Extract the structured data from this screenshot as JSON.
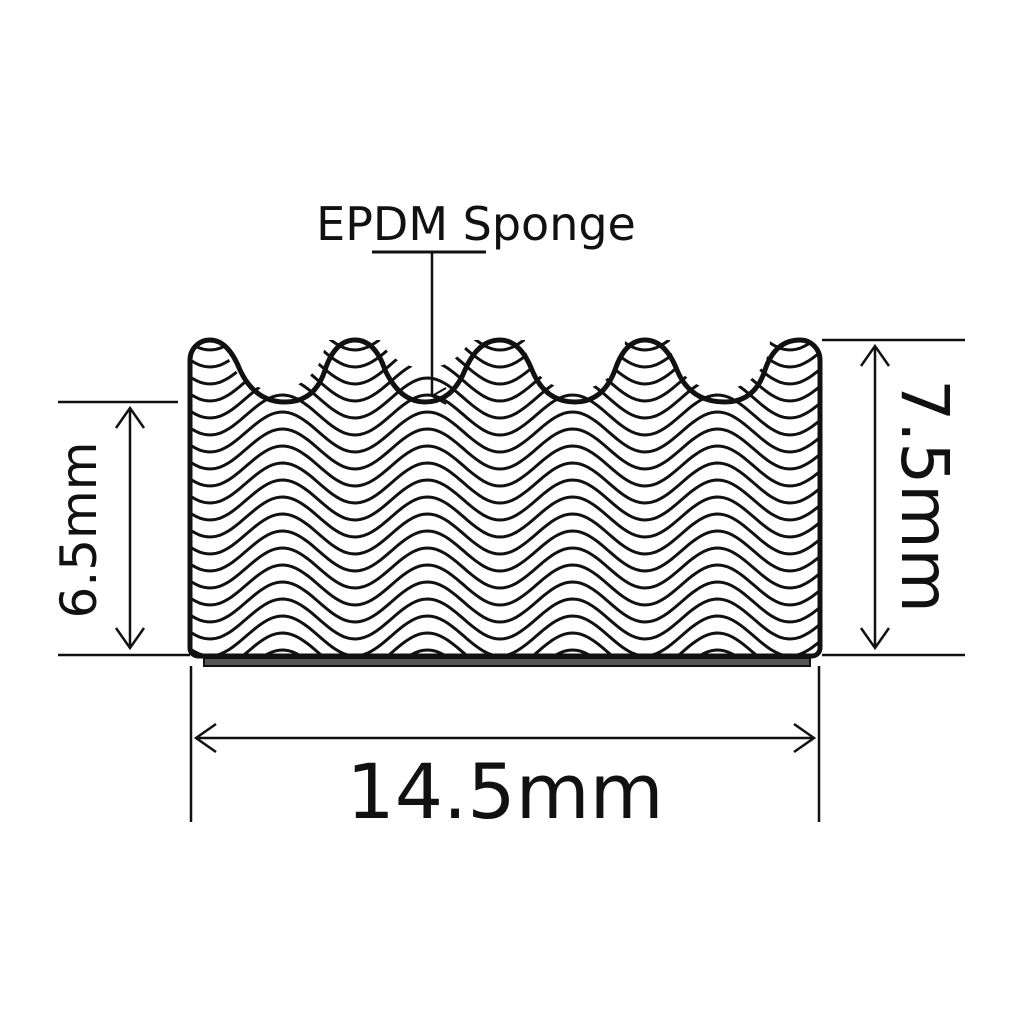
{
  "diagram": {
    "material_label": "EPDM Sponge",
    "height_left": "6.5mm",
    "height_right": "7.5mm",
    "width": "14.5mm",
    "ink_color": "#111111",
    "background_color": "#ffffff"
  }
}
